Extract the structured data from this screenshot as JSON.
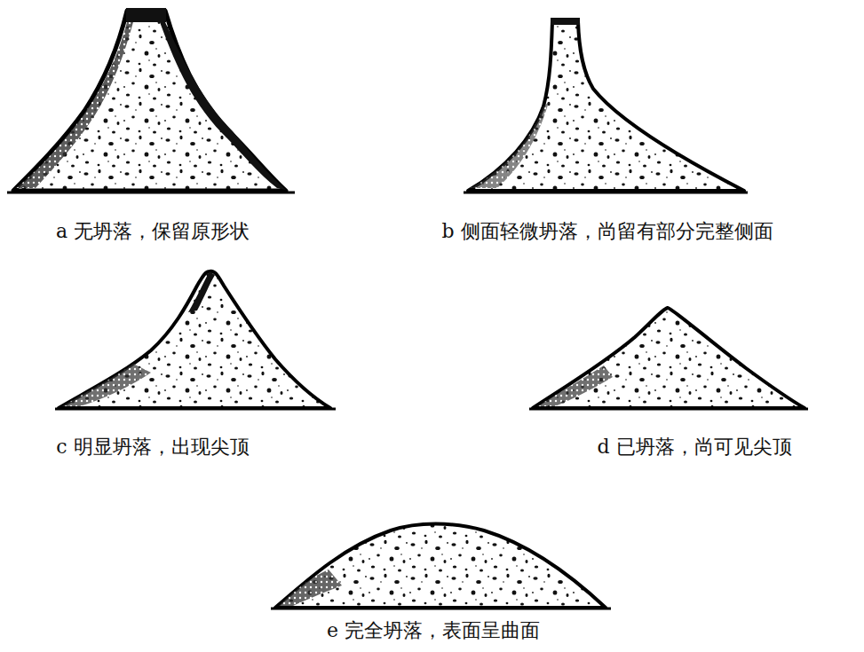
{
  "diagram": {
    "labels": [
      "a 无坍落，保留原形状",
      "b 侧面轻微坍落，尚留有部分完整侧面",
      "c 明显坍落，出现尖顶",
      "d 已坍落，尚可见尖顶",
      "e 完全坍落，表面呈曲面"
    ]
  }
}
